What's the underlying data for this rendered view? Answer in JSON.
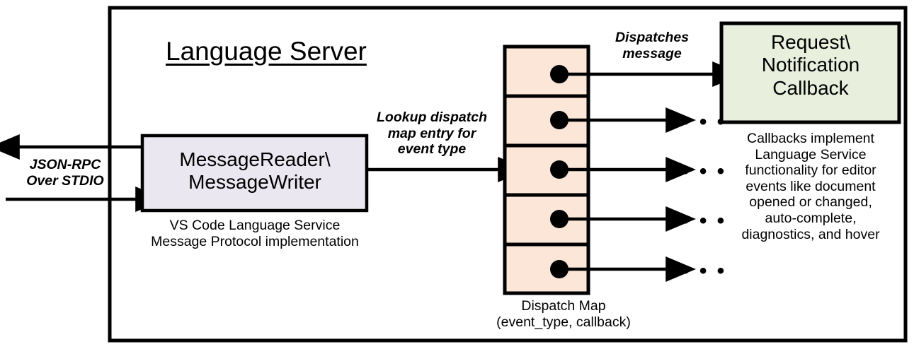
{
  "diagram": {
    "title": "Language Server",
    "frame": {
      "name": "language-server-boundary"
    },
    "left_io": {
      "label_line1": "JSON-RPC",
      "label_line2": "Over STDIO",
      "arrows": [
        "outbound-left-arrow",
        "inbound-right-arrow"
      ]
    },
    "message_box": {
      "line1": "MessageReader\\",
      "line2": "MessageWriter",
      "caption_line1": "VS Code Language Service",
      "caption_line2": "Message Protocol implementation",
      "fill": "#EAE7F0",
      "stroke": "#000000"
    },
    "lookup_arrow": {
      "label_line1": "Lookup dispatch",
      "label_line2": "map entry for",
      "label_line3": "event type"
    },
    "dispatch_map": {
      "caption_line1": "Dispatch Map",
      "caption_line2": "(event_type, callback)",
      "fill": "#FBE6D8",
      "stroke": "#000000",
      "rows": [
        {
          "index": 1,
          "has_dot": true,
          "target": "callback-box"
        },
        {
          "index": 2,
          "has_dot": true,
          "target": "ellipsis"
        },
        {
          "index": 3,
          "has_dot": true,
          "target": "ellipsis"
        },
        {
          "index": 4,
          "has_dot": true,
          "target": "ellipsis"
        },
        {
          "index": 5,
          "has_dot": true,
          "target": "ellipsis"
        }
      ],
      "ellipsis": "• • •"
    },
    "dispatch_arrow": {
      "label_line1": "Dispatches",
      "label_line2": "message"
    },
    "callback_box": {
      "line1": "Request\\",
      "line2": "Notification",
      "line3": "Callback",
      "caption_line1": "Callbacks implement",
      "caption_line2": "Language Service",
      "caption_line3": "functionality for editor",
      "caption_line4": "events like document",
      "caption_line5": "opened or changed,",
      "caption_line6": "auto-complete,",
      "caption_line7": "diagnostics, and hover",
      "fill": "#E8EFDD",
      "stroke": "#000000"
    }
  }
}
